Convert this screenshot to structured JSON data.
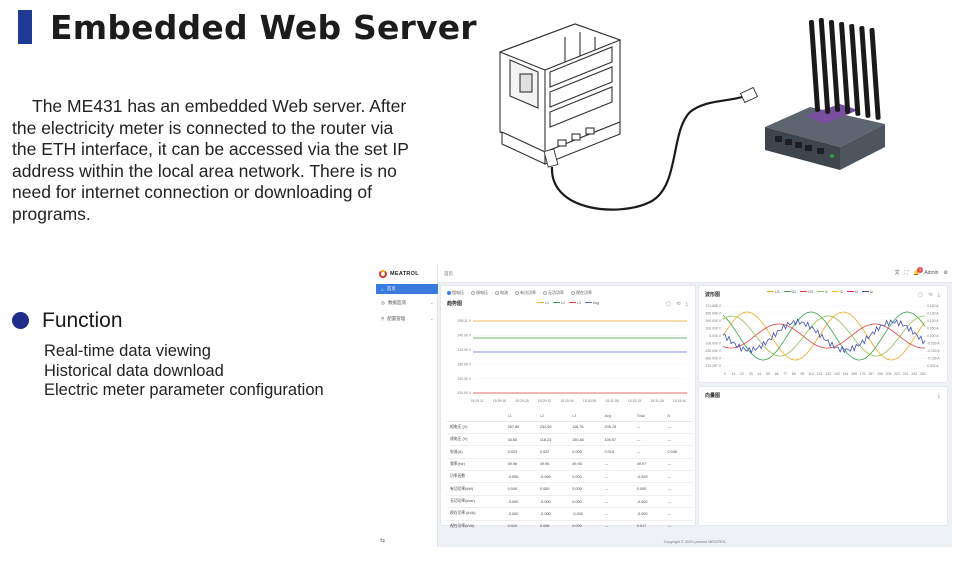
{
  "header": {
    "title": "Embedded Web Server"
  },
  "intro": "The ME431 has an embedded Web server. After the electricity meter is connected to the router via the ETH interface, it can be accessed via the set IP address within the local area network. There is no need for internet connection or downloading of programs.",
  "function": {
    "title": "Function",
    "items": [
      "Real-time data viewing",
      "Historical data download",
      "Electric meter parameter configuration"
    ]
  },
  "webui": {
    "logo": "MEATROL",
    "menu": [
      "首页",
      "数据监测",
      "配置管理"
    ],
    "breadcrumb": "首页",
    "user": "Admin",
    "notifications": "8",
    "tabs": [
      "相电压",
      "线电压",
      "电流",
      "有功功率",
      "无功功率",
      "视在功率"
    ],
    "trend": {
      "title": "趋势图",
      "legend": [
        "L1",
        "L2",
        "L3",
        "Avg"
      ],
      "y_ticks": [
        "258.11 V",
        "240.00 V",
        "210.00 V",
        "180.00 V",
        "150.00 V",
        "120.00 V"
      ],
      "x_ticks": [
        "15:29:11",
        "15:29:18",
        "15:29:25",
        "15:29:32",
        "15:29:44",
        "15:30:09",
        "15:31:08",
        "15:31:15",
        "15:31:28",
        "15:31:40"
      ]
    },
    "table": {
      "headers": [
        "",
        "L1",
        "L2",
        "L3",
        "Avg",
        "Total",
        "N"
      ],
      "rows": [
        [
          "相电压 (V)",
          "267.80",
          "232.90",
          "116.76",
          "205.78",
          "---",
          "---"
        ],
        [
          "线电压 (V)",
          "34.65",
          "116.23",
          "150.84",
          "100.57",
          "---",
          "---"
        ],
        [
          "电流(A)",
          "0.023",
          "0.022",
          "0.000",
          "0.015",
          "---",
          "0.046"
        ],
        [
          "频率(Hz)",
          "49.96",
          "49.96",
          "49.96",
          "---",
          "49.97",
          "---"
        ],
        [
          "功率因数",
          "-0.006",
          "-0.069",
          "0.000",
          "---",
          "-0.029",
          "---"
        ],
        [
          "有功功率(kW)",
          "0.000",
          "0.000",
          "0.000",
          "---",
          "0.000",
          "---"
        ],
        [
          "无功功率(kvar)",
          "-0.000",
          "-0.000",
          "0.000",
          "---",
          "-0.000",
          "---"
        ],
        [
          "视在功率 (kVA)",
          "-0.000",
          "-0.000",
          "-0.000",
          "---",
          "-0.000",
          "---"
        ],
        [
          "视在功率(kVA)",
          "0.010",
          "0.006",
          "0.000",
          "---",
          "0.017",
          "---"
        ]
      ]
    },
    "wave": {
      "title": "波形图",
      "legend": [
        "U1",
        "U2",
        "U3",
        "I1",
        "I2",
        "I3",
        "In"
      ],
      "y_left": [
        "374.688 V",
        "300.000 V",
        "200.000 V",
        "100.000 V",
        "0.000 V",
        "-100.000 V",
        "-200.000 V",
        "-300.000 V",
        "-374.297 V"
      ],
      "y_right": [
        "0.160 A",
        "0.130 A",
        "0.100 A",
        "0.050 A",
        "0.000 A",
        "-0.050 A",
        "-0.100 A",
        "-0.130 A",
        "0.302 A"
      ],
      "x_ticks": [
        "0",
        "11",
        "22",
        "33",
        "44",
        "55",
        "66",
        "77",
        "88",
        "99",
        "110",
        "121",
        "132",
        "143",
        "154",
        "165",
        "176",
        "187",
        "198",
        "209",
        "220",
        "231",
        "242",
        "253"
      ]
    },
    "vector": {
      "title": "向量图"
    },
    "footer": "Copyright © 2020-present MEATROL"
  },
  "colors": {
    "accent": "#1f3a93",
    "ui_blue": "#3a7be0",
    "l1": "#f5a623",
    "l2": "#3aa04a",
    "l3": "#e04040",
    "avg": "#5b6bd6"
  }
}
